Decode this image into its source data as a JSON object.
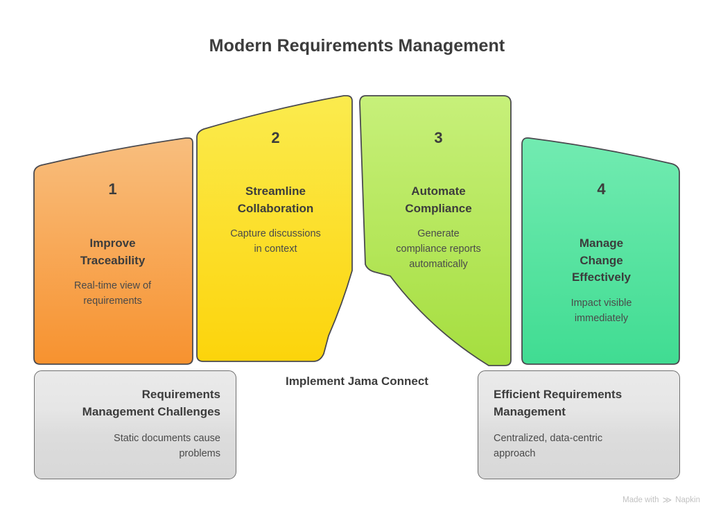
{
  "title": "Modern Requirements Management",
  "center_caption": "Implement Jama Connect",
  "panels": [
    {
      "number": "1",
      "heading_lines": [
        "Improve",
        "Traceability"
      ],
      "subtitle_lines": [
        "Real-time view of",
        "requirements"
      ],
      "color_top": "#F8BE7E",
      "color_bottom": "#F7922F"
    },
    {
      "number": "2",
      "heading_lines": [
        "Streamline",
        "Collaboration"
      ],
      "subtitle_lines": [
        "Capture discussions",
        "in context"
      ],
      "color_top": "#FBEB4E",
      "color_bottom": "#FCD40B"
    },
    {
      "number": "3",
      "heading_lines": [
        "Automate",
        "Compliance"
      ],
      "subtitle_lines": [
        "Generate",
        "compliance reports",
        "automatically"
      ],
      "color_top": "#C4EE72",
      "color_bottom": "#A5DE3F"
    },
    {
      "number": "4",
      "heading_lines": [
        "Manage",
        "Change",
        "Effectively"
      ],
      "subtitle_lines": [
        "Impact visible",
        "immediately"
      ],
      "color_top": "#6FE8AE",
      "color_bottom": "#43DD94"
    }
  ],
  "cards": [
    {
      "heading_lines": [
        "Requirements",
        "Management Challenges"
      ],
      "subtitle_lines": [
        "Static documents cause",
        "problems"
      ]
    },
    {
      "heading_lines": [
        "Efficient Requirements",
        "Management"
      ],
      "subtitle_lines": [
        "Centralized, data-centric",
        "approach"
      ]
    }
  ],
  "watermark": {
    "text_before": "Made with",
    "logo": "≫",
    "brand": "Napkin"
  },
  "theme": {
    "background": "#ffffff",
    "text_dark": "#3c3c3c",
    "text_muted": "#4a4a4a",
    "panel_stroke": "#4a4a4f",
    "card_stroke": "#6f6f6f",
    "card_fill": "#e4e4e4",
    "watermark_color": "#c2c2c2"
  }
}
